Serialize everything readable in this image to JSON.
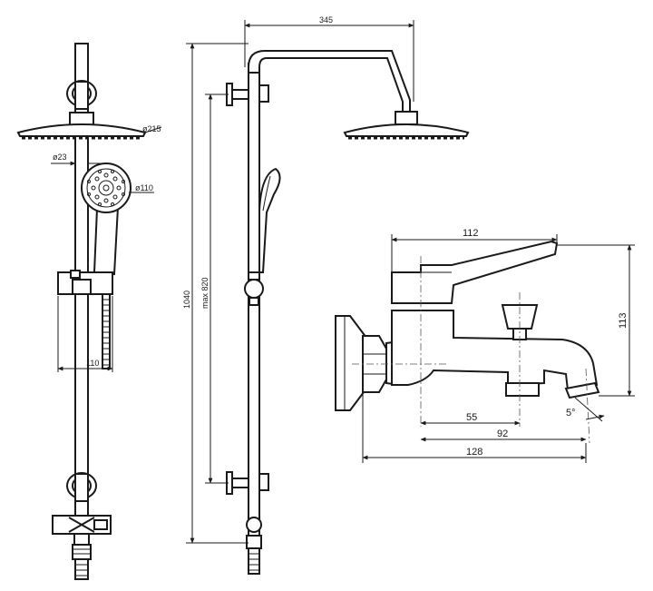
{
  "dimensions": {
    "d_215": "ø215",
    "d_23": "ø23",
    "d_110_hand": "ø110",
    "hose_110": "110",
    "arm_345": "345",
    "height_1040": "1040",
    "max_820": "max 820",
    "lever_112": "112",
    "height_113": "113",
    "d_55": "55",
    "d_92": "92",
    "d_128": "128",
    "angle_5": "5°"
  },
  "colors": {
    "line": "#1a1a1a",
    "background": "#ffffff"
  }
}
